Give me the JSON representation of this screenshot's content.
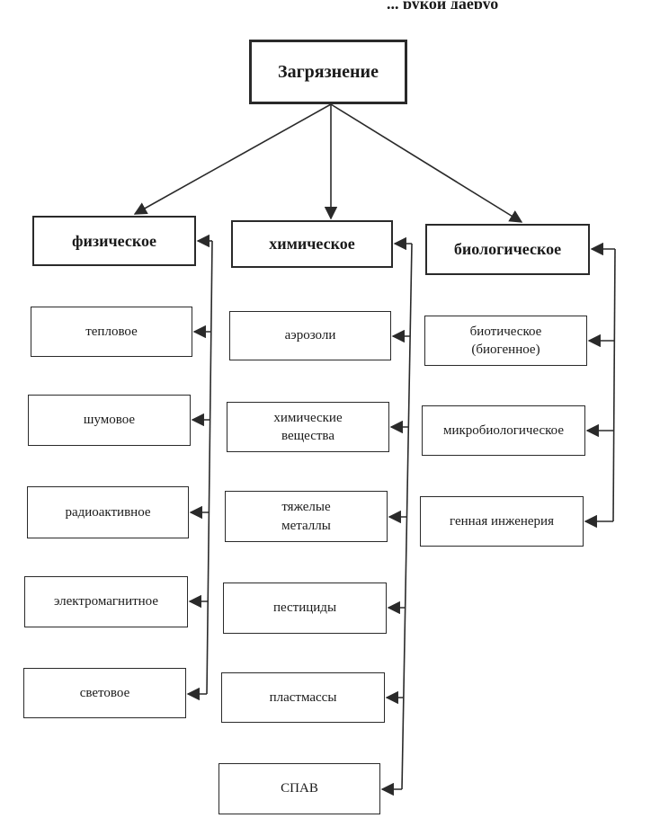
{
  "header_fragment": "... рукой даеруо",
  "root": {
    "label": "Загрязнение"
  },
  "categories": [
    {
      "label": "физическое",
      "items": [
        "тепловое",
        "шумовое",
        "радиоактивное",
        "электромагнитное",
        "световое"
      ]
    },
    {
      "label": "химическое",
      "items": [
        "аэрозоли",
        "химические\nвещества",
        "тяжелые\nметаллы",
        "пестициды",
        "пластмассы",
        "СПАВ"
      ]
    },
    {
      "label": "биологическое",
      "items": [
        "биотическое\n(биогенное)",
        "микробиологическое",
        "генная инженерия"
      ]
    }
  ]
}
